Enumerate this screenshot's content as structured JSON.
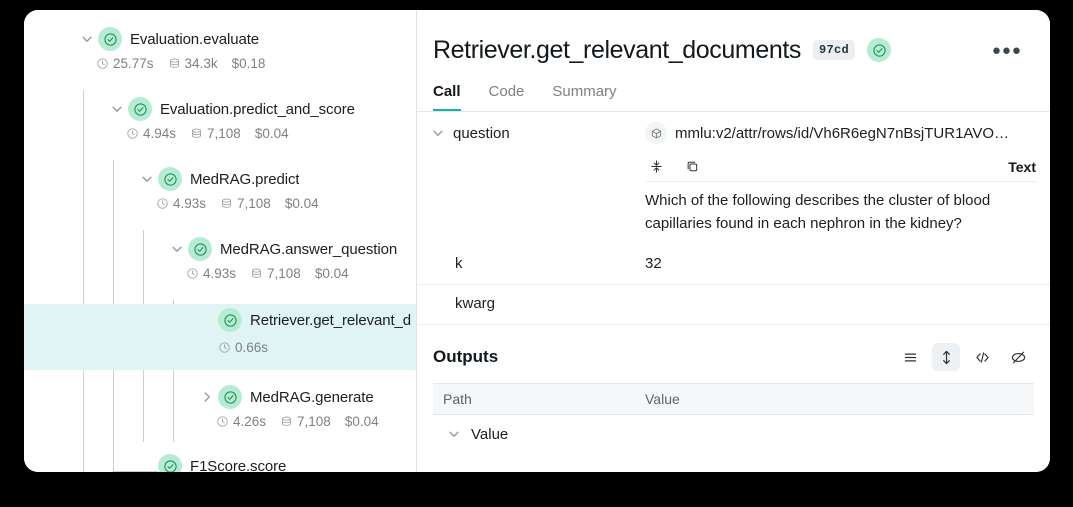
{
  "frame": {
    "accent": "#13b3b0",
    "status_green": "#b6ecd4",
    "selected_row_bg": "#dff4f3"
  },
  "trace_tree": {
    "nodes": [
      {
        "label": "Evaluation.evaluate",
        "duration": "25.77s",
        "tokens": "34.3k",
        "cost": "$0.18",
        "expanded": true,
        "selected": false,
        "depth": 0
      },
      {
        "label": "Evaluation.predict_and_score",
        "duration": "4.94s",
        "tokens": "7,108",
        "cost": "$0.04",
        "expanded": true,
        "selected": false,
        "depth": 1
      },
      {
        "label": "MedRAG.predict",
        "duration": "4.93s",
        "tokens": "7,108",
        "cost": "$0.04",
        "expanded": true,
        "selected": false,
        "depth": 2
      },
      {
        "label": "MedRAG.answer_question",
        "duration": "4.93s",
        "tokens": "7,108",
        "cost": "$0.04",
        "expanded": true,
        "selected": false,
        "depth": 3
      },
      {
        "label": "Retriever.get_relevant_d",
        "duration": "0.66s",
        "tokens": "",
        "cost": "",
        "expanded": false,
        "selected": true,
        "depth": 4
      },
      {
        "label": "MedRAG.generate",
        "duration": "4.26s",
        "tokens": "7,108",
        "cost": "$0.04",
        "expanded": false,
        "selected": false,
        "depth": 4
      },
      {
        "label": "F1Score.score",
        "duration": "",
        "tokens": "",
        "cost": "",
        "expanded": false,
        "selected": false,
        "depth": 3
      }
    ]
  },
  "detail": {
    "title": "Retriever.get_relevant_documents",
    "id_badge": "97cd",
    "status_icon": "check-circle-icon",
    "more_label": "●●●",
    "tabs": [
      {
        "label": "Call",
        "active": true
      },
      {
        "label": "Code",
        "active": false
      },
      {
        "label": "Summary",
        "active": false
      }
    ],
    "inputs": {
      "question": {
        "key": "question",
        "ref_value": "mmlu:v2/attr/rows/id/Vh6R6egN7nBsjTUR1AVO…",
        "ref_icon": "cube-icon",
        "toolbar": {
          "collapse_icon": "collapse-vertical-icon",
          "copy_icon": "copy-icon",
          "type_label": "Text"
        },
        "text": "Which of the following describes the cluster of blood capillaries found in each nephron in the kidney?"
      },
      "k": {
        "key": "k",
        "value": "32"
      },
      "kwarg": {
        "key": "kwarg",
        "value": ""
      }
    },
    "outputs": {
      "title": "Outputs",
      "tools": [
        {
          "icon": "list-view-icon",
          "active": false
        },
        {
          "icon": "expand-vertical-icon",
          "active": true
        },
        {
          "icon": "code-view-icon",
          "active": false
        },
        {
          "icon": "hide-icon",
          "active": false
        }
      ],
      "columns": [
        "Path",
        "Value"
      ],
      "rows": [
        {
          "path": "Value",
          "value": ""
        }
      ]
    }
  }
}
